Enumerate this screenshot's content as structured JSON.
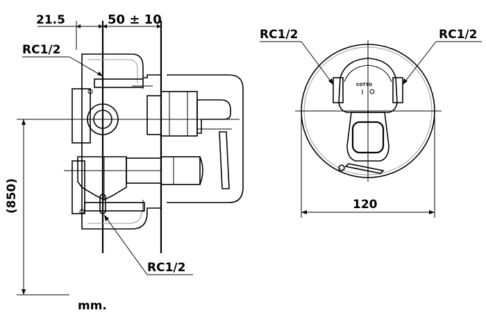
{
  "dimensions": {
    "offset_left": "21.5",
    "depth_range": "50 ± 10",
    "height": "(850)",
    "width": "120"
  },
  "labels": {
    "thread_top_left": "RC1/2",
    "thread_bottom": "RC1/2",
    "thread_front_left": "RC1/2",
    "thread_front_right": "RC1/2",
    "brand_mark": "COTTO",
    "unit": "mm."
  }
}
